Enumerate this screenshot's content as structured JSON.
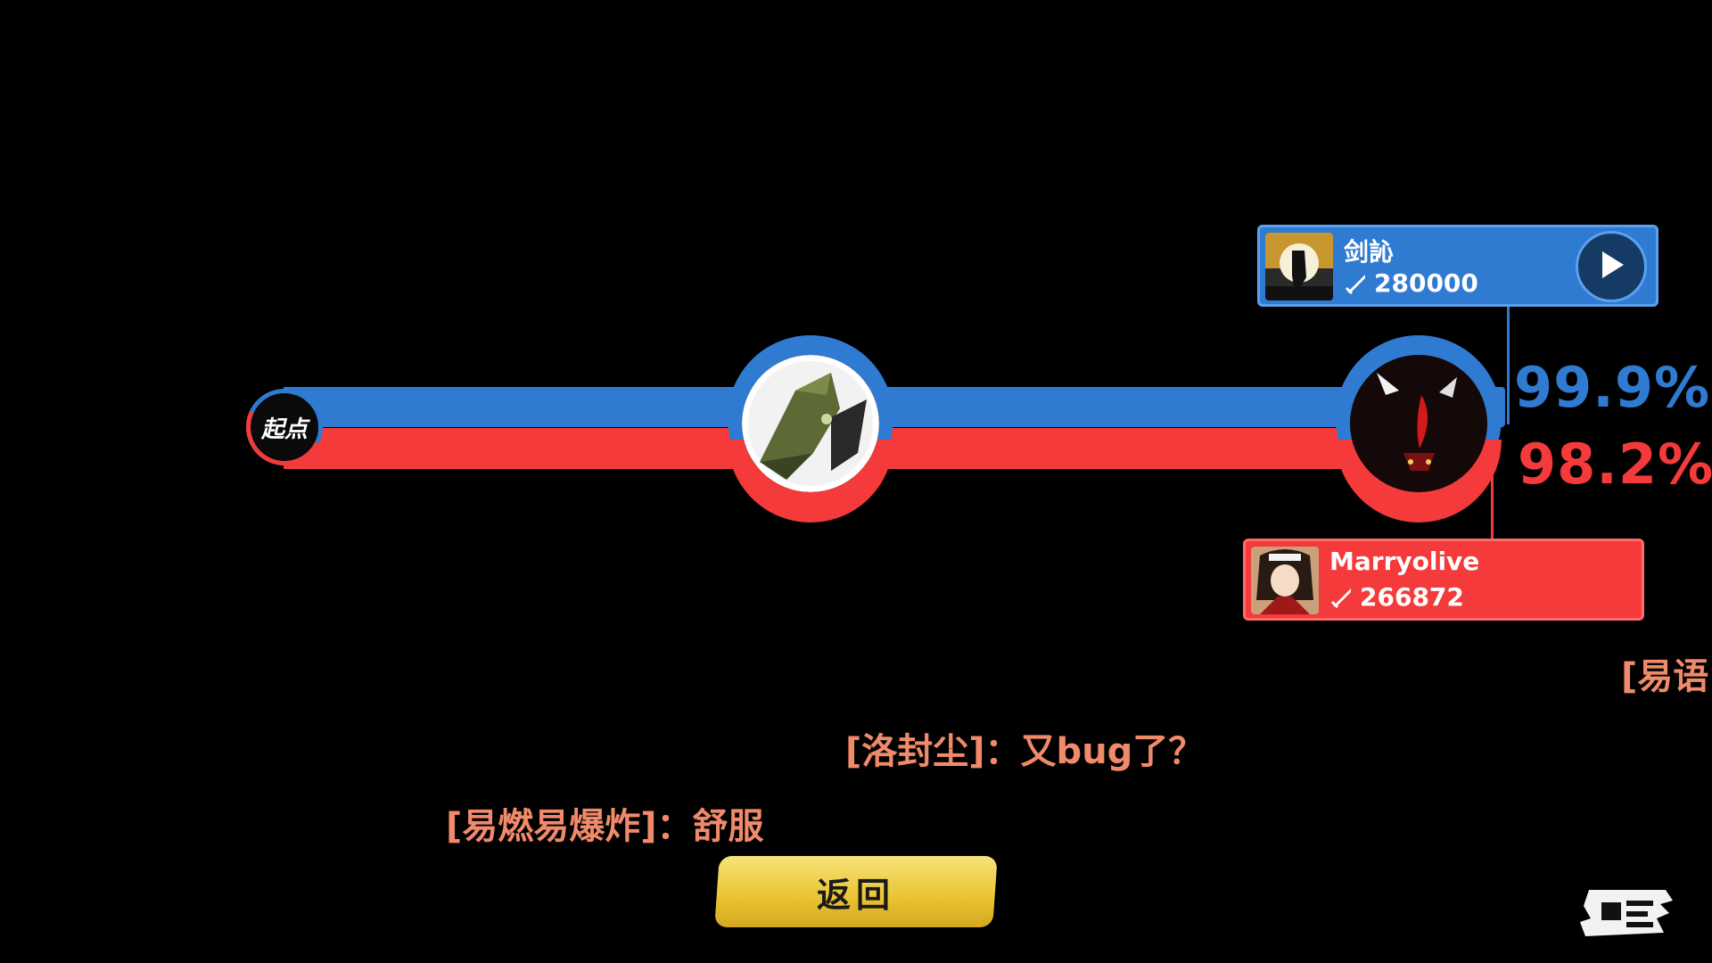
{
  "colors": {
    "blue_team": "#2f7bd2",
    "red_team": "#f43a3a",
    "chat_text": "#f08a6a",
    "button_gold": "#ebc635"
  },
  "progress": {
    "start_label": "起点",
    "bosses": [
      {
        "icon": "armored-creature-icon"
      },
      {
        "icon": "shadow-demon-icon"
      }
    ]
  },
  "blue_player": {
    "name": "剑訫",
    "score": "280000",
    "percent": "99.9%",
    "percent_value": 99.9,
    "score_icon": "sword-icon",
    "action_icon": "play-icon"
  },
  "red_player": {
    "name": "Marryolive",
    "score": "266872",
    "percent": "98.2%",
    "percent_value": 98.2,
    "score_icon": "sword-icon"
  },
  "chat": [
    {
      "text": "[洛封尘]：又bug了？"
    },
    {
      "text": "[易燃易爆炸]：舒服"
    },
    {
      "text": "[易语"
    }
  ],
  "back_button": {
    "label": "返回"
  },
  "corner_menu": {
    "icon": "chat-menu-icon"
  }
}
